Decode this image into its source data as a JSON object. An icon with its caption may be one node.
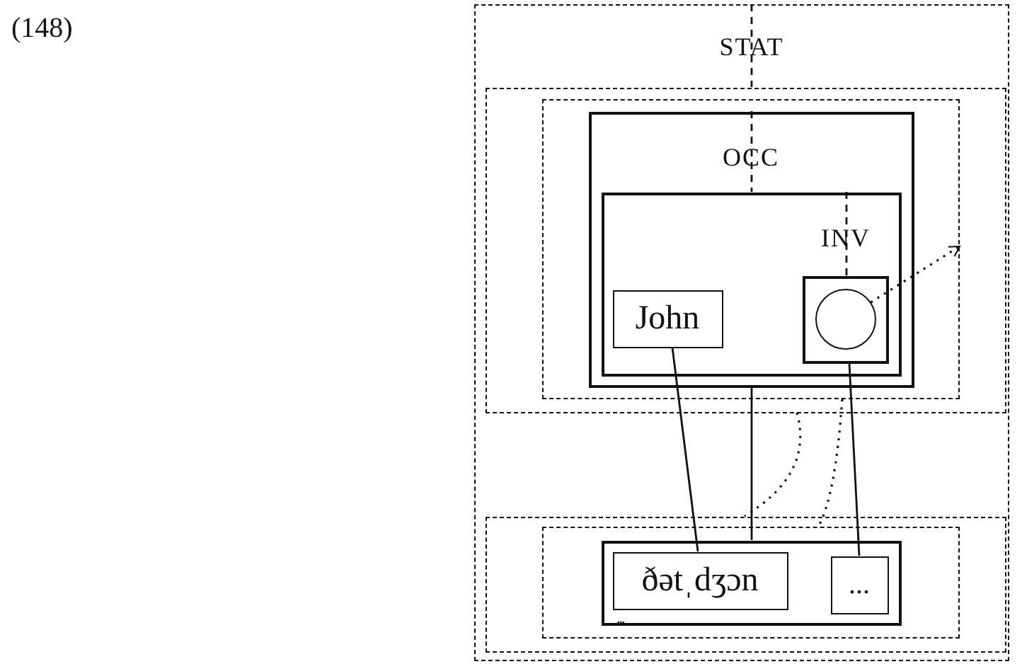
{
  "diagram": {
    "nodes": [
      {
        "text": [
          "STAT"
        ]
      },
      {
        "text": [],
        "shape": "box",
        "in": 0
      },
      {
        "text": [],
        "shape": "box",
        "in": 1
      },
      {
        "text": [
          "OCC"
        ],
        "in": 2
      },
      {
        "text": [
          "INV"
        ],
        "in": 3
      },
      {
        "text": [
          "John"
        ],
        "in": 4
      },
      {
        "text": [],
        "shape": "box",
        "in": 4
      },
      {
        "text": [],
        "shape": "circle",
        "in": 6
      },
      {
        "text": [],
        "shape": "box",
        "in": 0
      },
      {
        "text": [],
        "shape": "box",
        "in": 8
      },
      {
        "text": [],
        "shape": "box",
        "in": 9
      },
      {
        "text": [
          "ðətˌdʒɔn"
        ],
        "in": 10,
        "beside": [
          "..."
        ]
      },
      {
        "text": [
          "..."
        ],
        "in": 10
      }
    ],
    "edges": [
      {
        "from": 0,
        "to": 1,
        "arrow": "none",
        "style": "dashed"
      },
      {
        "from": 3,
        "to": 4,
        "arrow": "none",
        "style": "dashed"
      },
      {
        "from": 4,
        "to": 6,
        "arrow": "none",
        "style": "dashed"
      },
      {
        "from": 5,
        "to": 11,
        "arrow": "none"
      },
      {
        "from": 3,
        "to": 10,
        "arrow": "none"
      },
      {
        "from": 6,
        "to": 12,
        "arrow": "none"
      },
      {
        "from": 7,
        "to": null,
        "arrow": "to",
        "style": "dashed"
      },
      {
        "from": 1,
        "to": 8,
        "arrow": "none",
        "style": "dashed"
      },
      {
        "from": 2,
        "to": 9,
        "arrow": "none",
        "style": "dashed"
      }
    ],
    "labels": [
      "(148)"
    ]
  }
}
